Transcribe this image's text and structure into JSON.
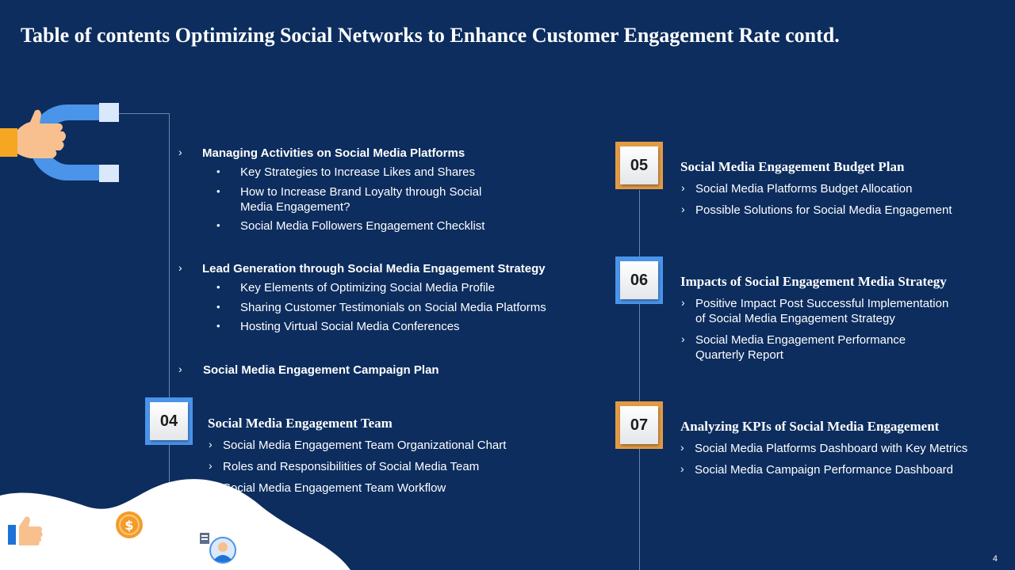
{
  "title": "Table of contents Optimizing Social Networks to Enhance Customer Engagement Rate contd.",
  "left": {
    "sections": [
      {
        "heading": "Managing Activities on Social Media Platforms",
        "bullets": [
          "Key Strategies to Increase Likes and Shares",
          "How to Increase Brand Loyalty through Social",
          "Media Engagement?",
          "Social Media Followers Engagement Checklist"
        ]
      },
      {
        "heading": "Lead Generation through Social Media Engagement Strategy",
        "bullets": [
          "Key Elements of Optimizing Social Media Profile",
          "Sharing Customer Testimonials on Social Media Platforms",
          "Hosting Virtual Social Media Conferences"
        ]
      },
      {
        "heading": "Social Media Engagement Campaign Plan"
      }
    ],
    "item04": {
      "number": "04",
      "heading": "Social Media Engagement Team",
      "points": [
        "Social Media Engagement Team Organizational Chart",
        "Roles and Responsibilities of Social Media Team",
        "Social Media Engagement Team Workflow"
      ]
    }
  },
  "right": {
    "item05": {
      "number": "05",
      "heading": "Social Media Engagement Budget Plan",
      "points": [
        "Social Media Platforms Budget Allocation",
        "Possible Solutions for Social Media Engagement"
      ]
    },
    "item06": {
      "number": "06",
      "heading": "Impacts of Social Engagement Media Strategy",
      "points": [
        "Positive Impact Post Successful Implementation",
        "of Social Media Engagement Strategy",
        "Social Media Engagement Performance",
        "Quarterly Report"
      ]
    },
    "item07": {
      "number": "07",
      "heading": "Analyzing KPIs of Social Media Engagement",
      "points": [
        "Social Media Platforms Dashboard with Key Metrics",
        "Social Media Campaign Performance Dashboard"
      ]
    }
  },
  "symbols": {
    "chevron": "›",
    "bullet": "•"
  },
  "icons": [
    "magnet-hand-icon",
    "thumbs-up-icon",
    "dollar-coin-icon",
    "user-avatar-icon"
  ],
  "colors": {
    "background": "#0c2d5e",
    "blue_accent": "#4a94ea",
    "orange_accent": "#e39a45"
  },
  "page_number": "4"
}
